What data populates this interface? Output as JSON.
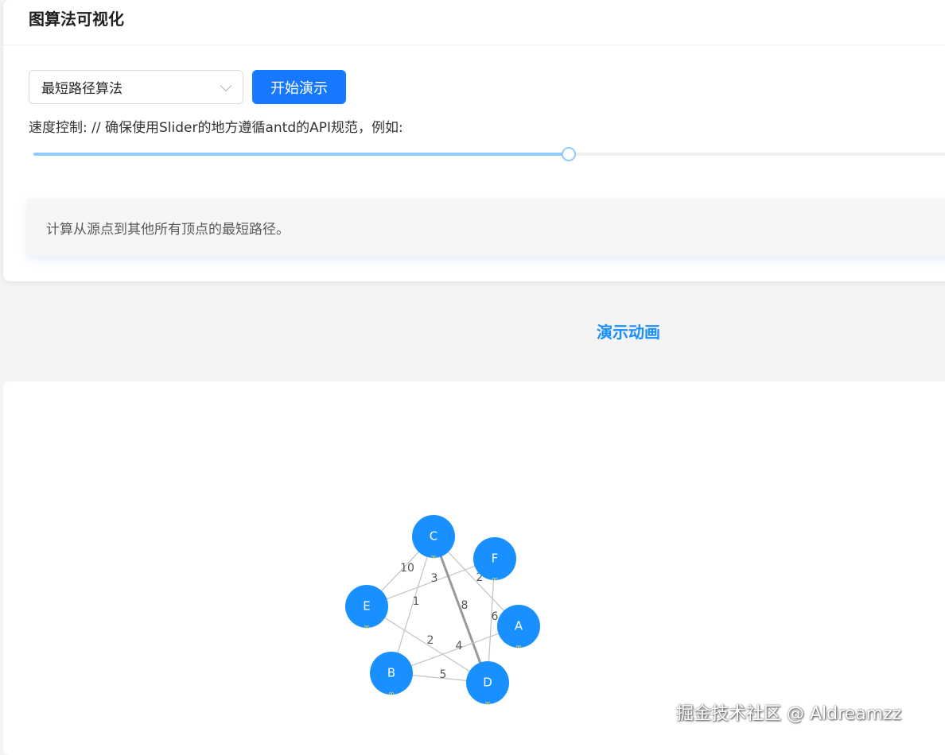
{
  "header": {
    "title": "图算法可视化"
  },
  "controls": {
    "algorithm_select": {
      "value": "最短路径算法"
    },
    "start_button": "开始演示",
    "speed_label": "速度控制: // 确保使用Slider的地方遵循antd的API规范，例如:",
    "speed_value": 0.58,
    "description": "计算从源点到其他所有顶点的最短路径。"
  },
  "section_title": "演示动画",
  "colors": {
    "node": "#1890ff",
    "edge": "#c2c2c2",
    "highlight_edge": "#999999",
    "primary": "#1677ff"
  },
  "graph": {
    "nodes": [
      {
        "id": "C",
        "label": "C",
        "dist": "∞"
      },
      {
        "id": "F",
        "label": "F",
        "dist": "∞"
      },
      {
        "id": "E",
        "label": "E",
        "dist": "∞"
      },
      {
        "id": "A",
        "label": "A",
        "dist": "∞"
      },
      {
        "id": "B",
        "label": "B",
        "dist": "∞"
      },
      {
        "id": "D",
        "label": "D",
        "dist": "∞"
      }
    ],
    "edges": [
      {
        "from": "C",
        "to": "E",
        "weight": "10"
      },
      {
        "from": "F",
        "to": "E",
        "weight": "3"
      },
      {
        "from": "C",
        "to": "A",
        "weight": "2"
      },
      {
        "from": "C",
        "to": "B",
        "weight": "1"
      },
      {
        "from": "C",
        "to": "D",
        "weight": "8",
        "highlight": true
      },
      {
        "from": "F",
        "to": "D",
        "weight": "6"
      },
      {
        "from": "E",
        "to": "D",
        "weight": "2"
      },
      {
        "from": "A",
        "to": "B",
        "weight": "4"
      },
      {
        "from": "B",
        "to": "D",
        "weight": "5"
      }
    ]
  },
  "watermark": "掘金技术社区 @ Aldreamzz"
}
